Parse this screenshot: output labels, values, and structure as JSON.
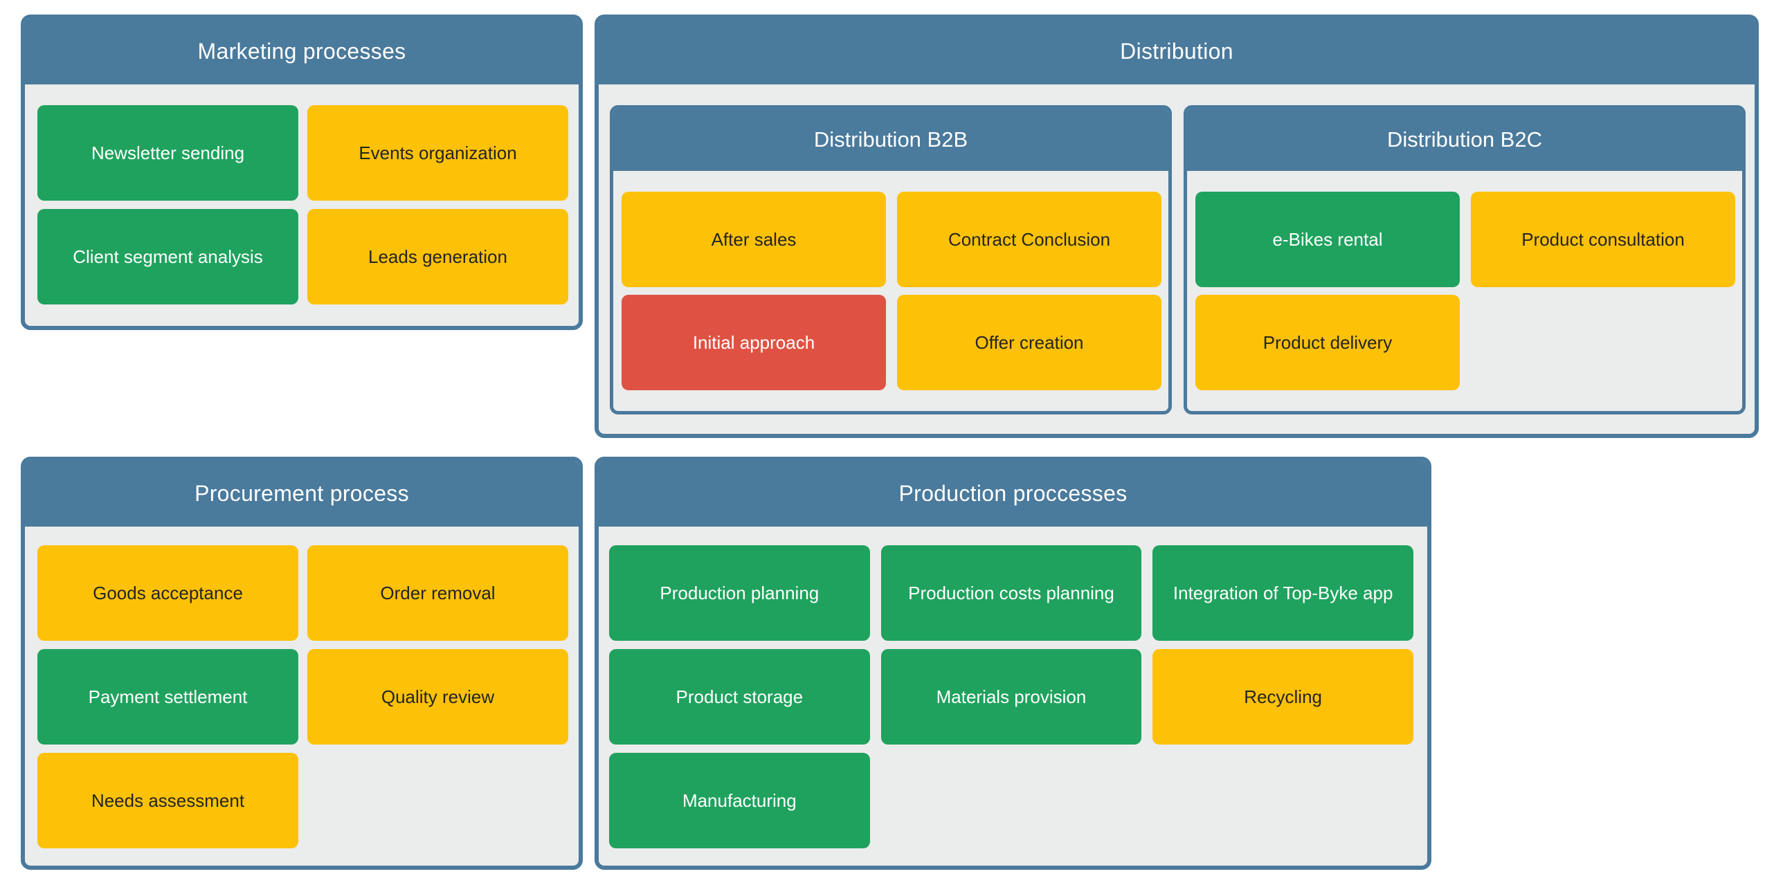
{
  "colors": {
    "panel_blue": "#4A7A9C",
    "panel_body": "#EBECEC",
    "status_green": "#1FA25E",
    "status_yellow": "#FDC107",
    "status_red": "#DF5243",
    "text_light": "#FFFFFF",
    "text_dark": "#242424"
  },
  "panels": {
    "marketing": {
      "title": "Marketing processes",
      "tiles": [
        {
          "label": "Newsletter sending",
          "status": "green"
        },
        {
          "label": "Events organization",
          "status": "yellow"
        },
        {
          "label": "Client segment analysis",
          "status": "green"
        },
        {
          "label": "Leads generation",
          "status": "yellow"
        }
      ]
    },
    "distribution": {
      "title": "Distribution",
      "subpanels": {
        "b2b": {
          "title": "Distribution B2B",
          "tiles": [
            {
              "label": "After sales",
              "status": "yellow"
            },
            {
              "label": "Contract Conclusion",
              "status": "yellow"
            },
            {
              "label": "Initial approach",
              "status": "red"
            },
            {
              "label": "Offer creation",
              "status": "yellow"
            }
          ]
        },
        "b2c": {
          "title": "Distribution B2C",
          "tiles": [
            {
              "label": "e-Bikes rental",
              "status": "green"
            },
            {
              "label": "Product consultation",
              "status": "yellow"
            },
            {
              "label": "Product delivery",
              "status": "yellow"
            }
          ]
        }
      }
    },
    "procurement": {
      "title": "Procurement process",
      "tiles": [
        {
          "label": "Goods acceptance",
          "status": "yellow"
        },
        {
          "label": "Order removal",
          "status": "yellow"
        },
        {
          "label": "Payment settlement",
          "status": "green"
        },
        {
          "label": "Quality review",
          "status": "yellow"
        },
        {
          "label": "Needs assessment",
          "status": "yellow"
        }
      ]
    },
    "production": {
      "title": "Production proccesses",
      "tiles": [
        {
          "label": "Production planning",
          "status": "green"
        },
        {
          "label": "Production costs planning",
          "status": "green"
        },
        {
          "label": "Integration of Top-Byke app",
          "status": "green"
        },
        {
          "label": "Product storage",
          "status": "green"
        },
        {
          "label": "Materials provision",
          "status": "green"
        },
        {
          "label": "Recycling",
          "status": "yellow"
        },
        {
          "label": "Manufacturing",
          "status": "green"
        }
      ]
    }
  }
}
